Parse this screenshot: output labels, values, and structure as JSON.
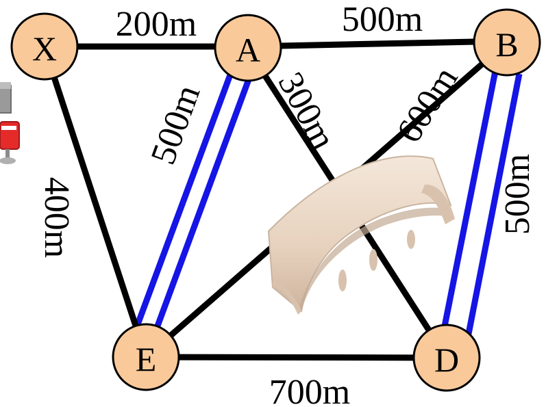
{
  "nodes": {
    "X": "X",
    "A": "A",
    "B": "B",
    "E": "E",
    "D": "D"
  },
  "edges": {
    "XA": "200m",
    "AB": "500m",
    "XE": "400m",
    "AE": "500m",
    "AD": "300m",
    "BE": "600m",
    "BD": "500m",
    "ED": "700m"
  },
  "colors": {
    "node_fill": "#f9c99a",
    "edge": "#000000",
    "highlight": "#1515e6"
  },
  "icons": {
    "bridge": "bridge-icon",
    "postbox": "mailbox-icon"
  }
}
